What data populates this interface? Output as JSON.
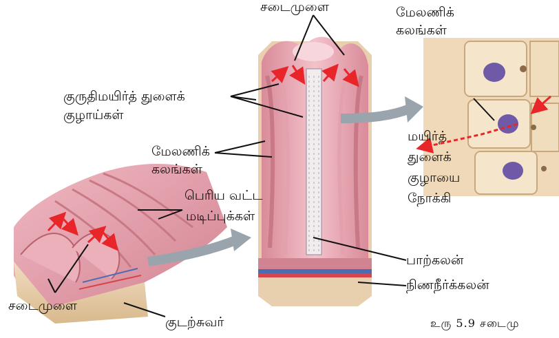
{
  "labels": {
    "villi_top": "சடைமுளை",
    "epithelial_top_1": "மேலணிக்",
    "epithelial_top_2": "கலங்கள்",
    "capillaries_1": "குருதிமயிர்த் துளைக்",
    "capillaries_2": "குழாய்கள்",
    "epithelial_mid_1": "மேலணிக்",
    "epithelial_mid_2": "கலங்கள்",
    "folds_1": "பெரிய வட்ட",
    "folds_2": "மடிப்புக்கள்",
    "toward_1": "மயிர்த்",
    "toward_2": "துளைக்",
    "toward_3": "குழாயை",
    "toward_4": "நோக்கி",
    "lacteal": "பாற்கலன்",
    "lymph_vessel": "நிணநீர்க்கலன்",
    "villi_bottom": "சடைமுளை",
    "intestinal_wall": "குடற்சுவர்",
    "caption": "உரு 5.9 சடைமு"
  },
  "colors": {
    "tissue": "#e9a9b4",
    "tissue_dark": "#c97886",
    "tissue_light": "#f5cfd6",
    "base": "#e8cfae",
    "arrow_red": "#e8262a",
    "gray_arrow": "#9aa4ad",
    "cell_bg": "#efd9b8",
    "nucleus": "#6f5aa8",
    "vessel_blue": "#4f6bb0"
  }
}
